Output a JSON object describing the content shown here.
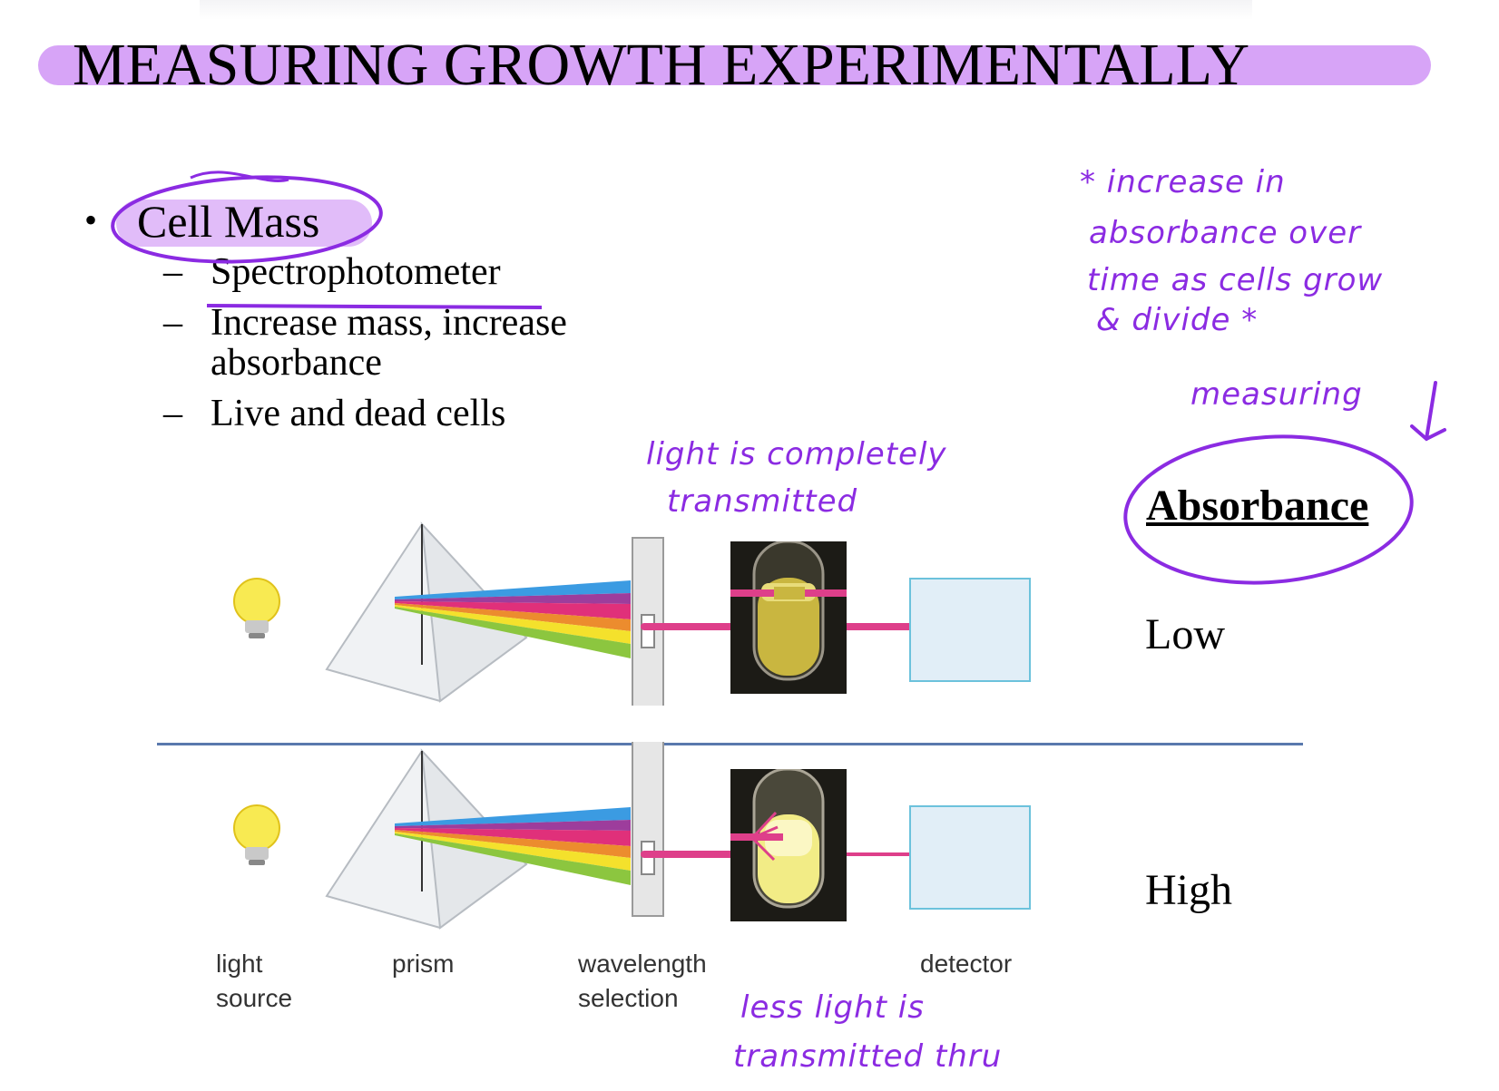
{
  "slide": {
    "title": "MEASURING GROWTH EXPERIMENTALLY",
    "bullet_marker": "•",
    "bullet": "Cell Mass",
    "sub_marker": "–",
    "sub_bullets": [
      "Spectrophotometer",
      "Increase mass, increase absorbance",
      "Live and dead cells"
    ]
  },
  "diagram": {
    "labels": {
      "light_source": [
        "light",
        "source"
      ],
      "prism": "prism",
      "wavelength_selection": [
        "wavelength",
        "selection"
      ],
      "detector": "detector"
    },
    "absorbance_heading": "Absorbance",
    "levels": {
      "top": "Low",
      "bottom": "High"
    },
    "colors": {
      "title_highlight": "#d7a4f7",
      "beam": "#de3f8a",
      "divider": "#5a79ad",
      "detector_fill": "#e1eef7",
      "detector_border": "#6cc2dc",
      "spectrum": [
        "#3b9be2",
        "#9d3d9c",
        "#e0307a",
        "#ec8c2e",
        "#f4e12c",
        "#8cc63f"
      ]
    },
    "icons": [
      "light-bulb-icon",
      "prism-icon",
      "test-tube-photo",
      "detector-box"
    ]
  },
  "annotations": {
    "note_lines": [
      "* increase in",
      "absorbance over",
      "time as cells grow",
      "& divide *"
    ],
    "measuring": "measuring",
    "light_top": [
      "light is completely",
      "transmitted"
    ],
    "light_bottom": [
      "less light is",
      "transmitted thru"
    ]
  }
}
